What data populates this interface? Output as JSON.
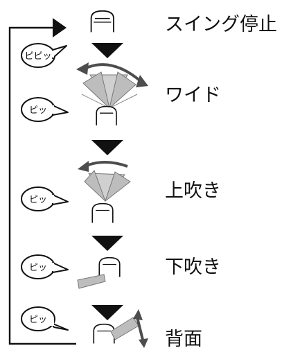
{
  "steps": [
    {
      "label": "スイング停止",
      "beep": "ピピッ"
    },
    {
      "label": "ワイド",
      "beep": "ピッ"
    },
    {
      "label": "上吹き",
      "beep": "ピッ"
    },
    {
      "label": "下吹き",
      "beep": "ピッ"
    },
    {
      "label": "背面",
      "beep": "ピッ"
    }
  ],
  "colors": {
    "line": "#111111",
    "fan_fill": "#cfcfcf",
    "air_gray": "#9a9a9a",
    "accent_arrow": "#4d4d4d"
  },
  "icons": [
    "fan-icon",
    "airflow-fan-icon",
    "swing-arrow-icon",
    "speech-bubble-icon",
    "down-triangle-icon",
    "loop-arrow-icon"
  ]
}
